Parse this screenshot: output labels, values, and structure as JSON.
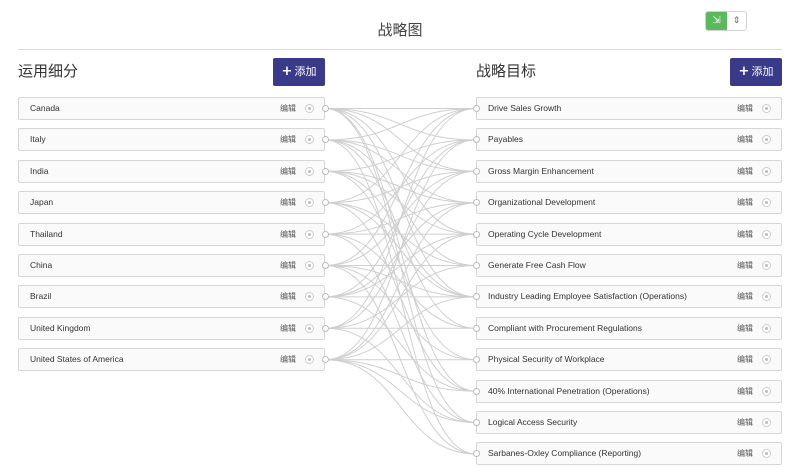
{
  "header": {
    "title": "战略图"
  },
  "toggle": {
    "active_icon": "collapse-icon",
    "inactive_icon": "sort-icon"
  },
  "left": {
    "title": "运用细分",
    "add_label": "添加",
    "edit_label": "编辑",
    "items": [
      "Canada",
      "Italy",
      "India",
      "Japan",
      "Thailand",
      "China",
      "Brazil",
      "United Kingdom",
      "United States of America"
    ]
  },
  "right": {
    "title": "战略目标",
    "add_label": "添加",
    "edit_label": "编辑",
    "items": [
      "Drive Sales Growth",
      "Payables",
      "Gross Margin Enhancement",
      "Organizational Development",
      "Operating Cycle Development",
      "Generate Free Cash Flow",
      "Industry Leading Employee Satisfaction (Operations)",
      "Compliant with Procurement Regulations",
      "Physical Security of Workplace",
      "40% International Penetration (Operations)",
      "Logical Access Security",
      "Sarbanes-Oxley Compliance (Reporting)"
    ]
  },
  "links": [
    [
      0,
      0
    ],
    [
      0,
      1
    ],
    [
      0,
      2
    ],
    [
      0,
      4
    ],
    [
      0,
      6
    ],
    [
      0,
      9
    ],
    [
      0,
      10
    ],
    [
      1,
      0
    ],
    [
      1,
      2
    ],
    [
      1,
      3
    ],
    [
      1,
      5
    ],
    [
      1,
      7
    ],
    [
      1,
      11
    ],
    [
      2,
      1
    ],
    [
      2,
      3
    ],
    [
      2,
      4
    ],
    [
      2,
      6
    ],
    [
      2,
      8
    ],
    [
      3,
      0
    ],
    [
      3,
      2
    ],
    [
      3,
      5
    ],
    [
      3,
      6
    ],
    [
      3,
      9
    ],
    [
      4,
      1
    ],
    [
      4,
      3
    ],
    [
      4,
      4
    ],
    [
      4,
      7
    ],
    [
      4,
      10
    ],
    [
      5,
      0
    ],
    [
      5,
      2
    ],
    [
      5,
      5
    ],
    [
      5,
      6
    ],
    [
      5,
      8
    ],
    [
      5,
      11
    ],
    [
      6,
      1
    ],
    [
      6,
      3
    ],
    [
      6,
      4
    ],
    [
      6,
      6
    ],
    [
      6,
      9
    ],
    [
      7,
      0
    ],
    [
      7,
      2
    ],
    [
      7,
      5
    ],
    [
      7,
      7
    ],
    [
      7,
      10
    ],
    [
      8,
      1
    ],
    [
      8,
      3
    ],
    [
      8,
      4
    ],
    [
      8,
      6
    ],
    [
      8,
      8
    ],
    [
      8,
      9
    ],
    [
      8,
      10
    ],
    [
      8,
      11
    ]
  ]
}
